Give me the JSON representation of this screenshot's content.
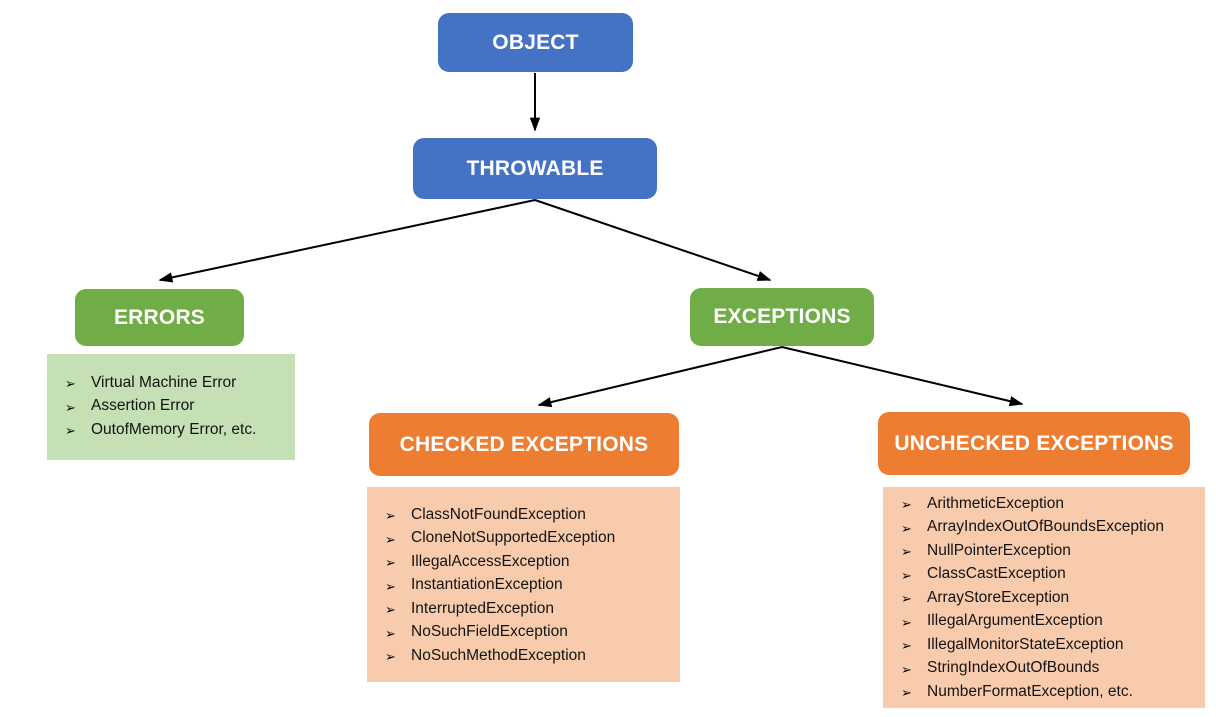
{
  "colors": {
    "blue": "#4472C4",
    "green": "#70AD47",
    "orange": "#ED7D31",
    "light_green": "#C5E0B4",
    "light_orange": "#F8CBAD",
    "arrow": "#000000",
    "text_dark": "#141414",
    "text_light": "#FFFFFF"
  },
  "bullet_glyph": "➢",
  "diagram": {
    "nodes": {
      "object": {
        "label": "OBJECT"
      },
      "throwable": {
        "label": "THROWABLE"
      },
      "errors": {
        "label": "ERRORS"
      },
      "exceptions": {
        "label": "EXCEPTIONS"
      },
      "checked": {
        "label": "CHECKED EXCEPTIONS"
      },
      "unchecked": {
        "label": "UNCHECKED EXCEPTIONS"
      }
    },
    "edges": [
      "OBJECT → THROWABLE",
      "THROWABLE → ERRORS",
      "THROWABLE → EXCEPTIONS",
      "EXCEPTIONS → CHECKED EXCEPTIONS",
      "EXCEPTIONS → UNCHECKED EXCEPTIONS"
    ],
    "lists": {
      "errors_list": [
        "Virtual Machine Error",
        "Assertion Error",
        "OutofMemory Error, etc."
      ],
      "checked_list": [
        "ClassNotFoundException",
        "CloneNotSupportedException",
        "IllegalAccessException",
        "InstantiationException",
        "InterruptedException",
        "NoSuchFieldException",
        "NoSuchMethodException"
      ],
      "unchecked_list": [
        "ArithmeticException",
        "ArrayIndexOutOfBoundsException",
        "NullPointerException",
        "ClassCastException",
        "ArrayStoreException",
        "IllegalArgumentException",
        "IllegalMonitorStateException",
        "StringIndexOutOfBounds",
        "NumberFormatException, etc."
      ]
    }
  }
}
